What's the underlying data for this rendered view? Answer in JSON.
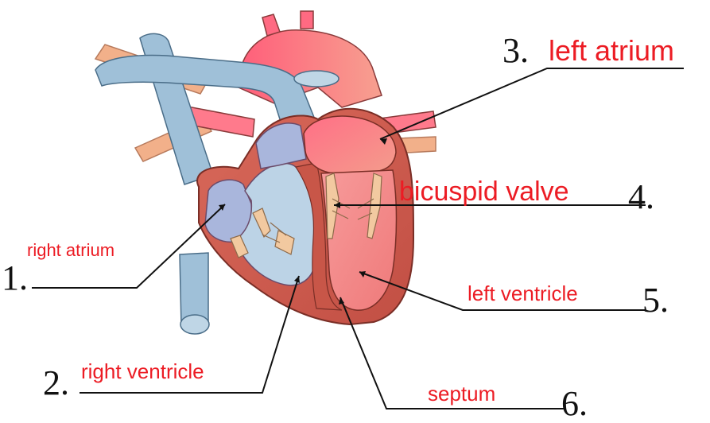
{
  "labels": [
    {
      "number": "1.",
      "answer": "right atrium"
    },
    {
      "number": "2.",
      "answer": "right ventricle"
    },
    {
      "number": "3.",
      "answer": "left atrium"
    },
    {
      "number": "4.",
      "answer": "bicuspid valve"
    },
    {
      "number": "5.",
      "answer": "left ventricle"
    },
    {
      "number": "6.",
      "answer": "septum"
    }
  ],
  "colors": {
    "label_text": "#ec1c24",
    "number_text": "#111111",
    "leader_line": "#111111",
    "vein_blue": "#9fc0d8",
    "artery_red": "#f06a7c",
    "pulmonary_orange": "#f2b08a",
    "heart_wall": "#cf5b4d",
    "heart_outline": "#7a2e26",
    "deoxygenated_chamber": "#a9b6dc",
    "oxygenated_chamber": "#f48b8b",
    "valve_tan": "#f2c9a0"
  }
}
